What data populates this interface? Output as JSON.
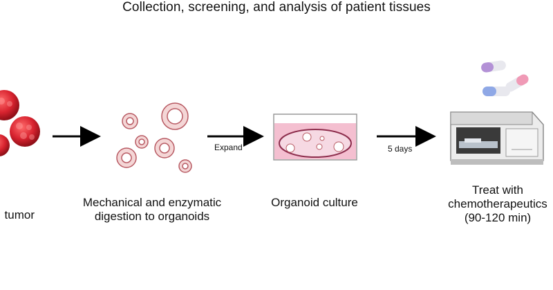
{
  "title": "Collection, screening, and analysis of patient tissues",
  "steps": {
    "tumor": {
      "caption": "tumor"
    },
    "digestion": {
      "caption_line1": "Mechanical and enzymatic",
      "caption_line2": "digestion to organoids"
    },
    "culture": {
      "caption": "Organoid culture"
    },
    "treat": {
      "caption_line1": "Treat with",
      "caption_line2": "chemotherapeutics",
      "caption_line3": "(90-120 min)"
    }
  },
  "arrows": {
    "expand_label": "Expand",
    "days_label": "5 days"
  },
  "colors": {
    "tumor": "#d8232f",
    "organoid_fill": "#f4d6d6",
    "organoid_stroke": "#b85a63",
    "dish_medium": "#f4bfd0",
    "pill_purple": "#b391d6",
    "pill_pink": "#f09ab6",
    "pill_blue": "#8fa8e6"
  }
}
